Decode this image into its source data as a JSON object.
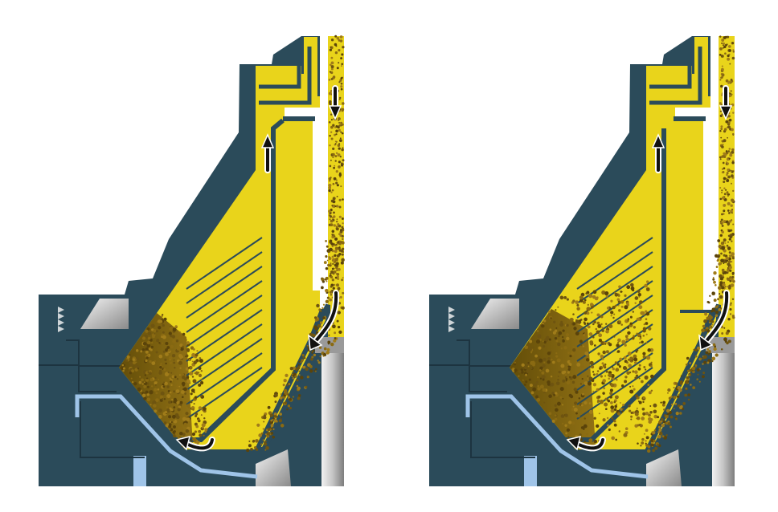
{
  "figure": {
    "panels": [
      {
        "side": "left",
        "disc_stack_particles": "sparse",
        "arrows": [
          "up-outlet",
          "down-inlet",
          "curved-inlet-turn",
          "curved-bottom-turn"
        ]
      },
      {
        "side": "right",
        "disc_stack_particles": "dense",
        "arrows": [
          "up-outlet",
          "down-inlet",
          "curved-inlet-turn",
          "curved-bottom-turn"
        ]
      }
    ]
  },
  "colors": {
    "housing": "#2b4b5a",
    "liquid": "#e9d41b",
    "sediment": "#6e5410",
    "steel_light": "#dcdcdc",
    "steel_dark": "#8c8c8c",
    "channel_blue": "#9fc4e8",
    "arrow": "#111111"
  }
}
